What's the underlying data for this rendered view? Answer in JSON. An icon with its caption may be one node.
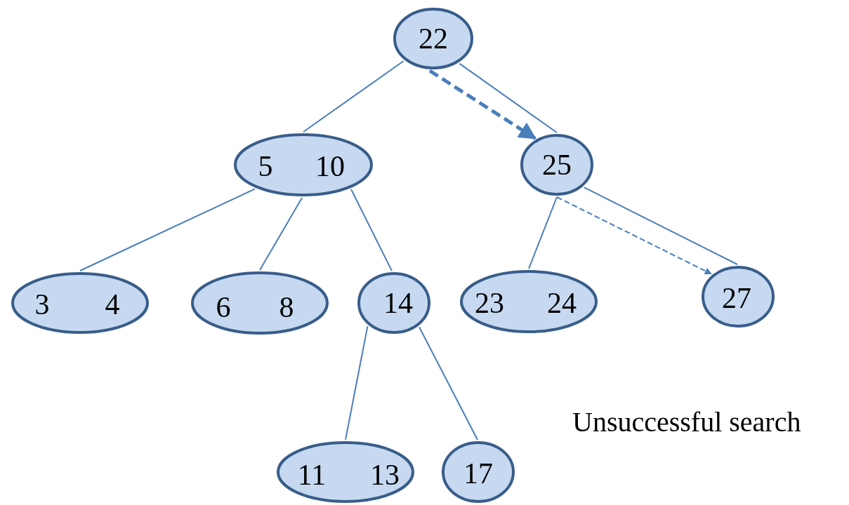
{
  "diagram": {
    "nodes": [
      {
        "text": [
          "22"
        ]
      },
      {
        "text": [
          "5",
          "10"
        ]
      },
      {
        "text": [
          "25"
        ]
      },
      {
        "text": [
          "3",
          "4"
        ]
      },
      {
        "text": [
          "6",
          "8"
        ]
      },
      {
        "text": [
          "14"
        ]
      },
      {
        "text": [
          "23",
          "24"
        ]
      },
      {
        "text": [
          "27"
        ]
      },
      {
        "text": [
          "11",
          "13"
        ]
      },
      {
        "text": [
          "17"
        ]
      }
    ],
    "edges": [
      {
        "from": 0,
        "to": 1,
        "arrow": "none"
      },
      {
        "from": 0,
        "to": 2,
        "arrow": "none"
      },
      {
        "from": 0,
        "to": 2,
        "arrow": "to",
        "style": "dashed"
      },
      {
        "from": 1,
        "to": 3,
        "arrow": "none"
      },
      {
        "from": 1,
        "to": 4,
        "arrow": "none"
      },
      {
        "from": 1,
        "to": 5,
        "arrow": "none"
      },
      {
        "from": 2,
        "to": 6,
        "arrow": "none"
      },
      {
        "from": 2,
        "to": 7,
        "arrow": "none"
      },
      {
        "from": 2,
        "to": 7,
        "arrow": "to",
        "style": "dashed"
      },
      {
        "from": 5,
        "to": 8,
        "arrow": "none"
      },
      {
        "from": 5,
        "to": 9,
        "arrow": "none"
      }
    ],
    "labels": [
      "Unsuccessful search"
    ]
  }
}
